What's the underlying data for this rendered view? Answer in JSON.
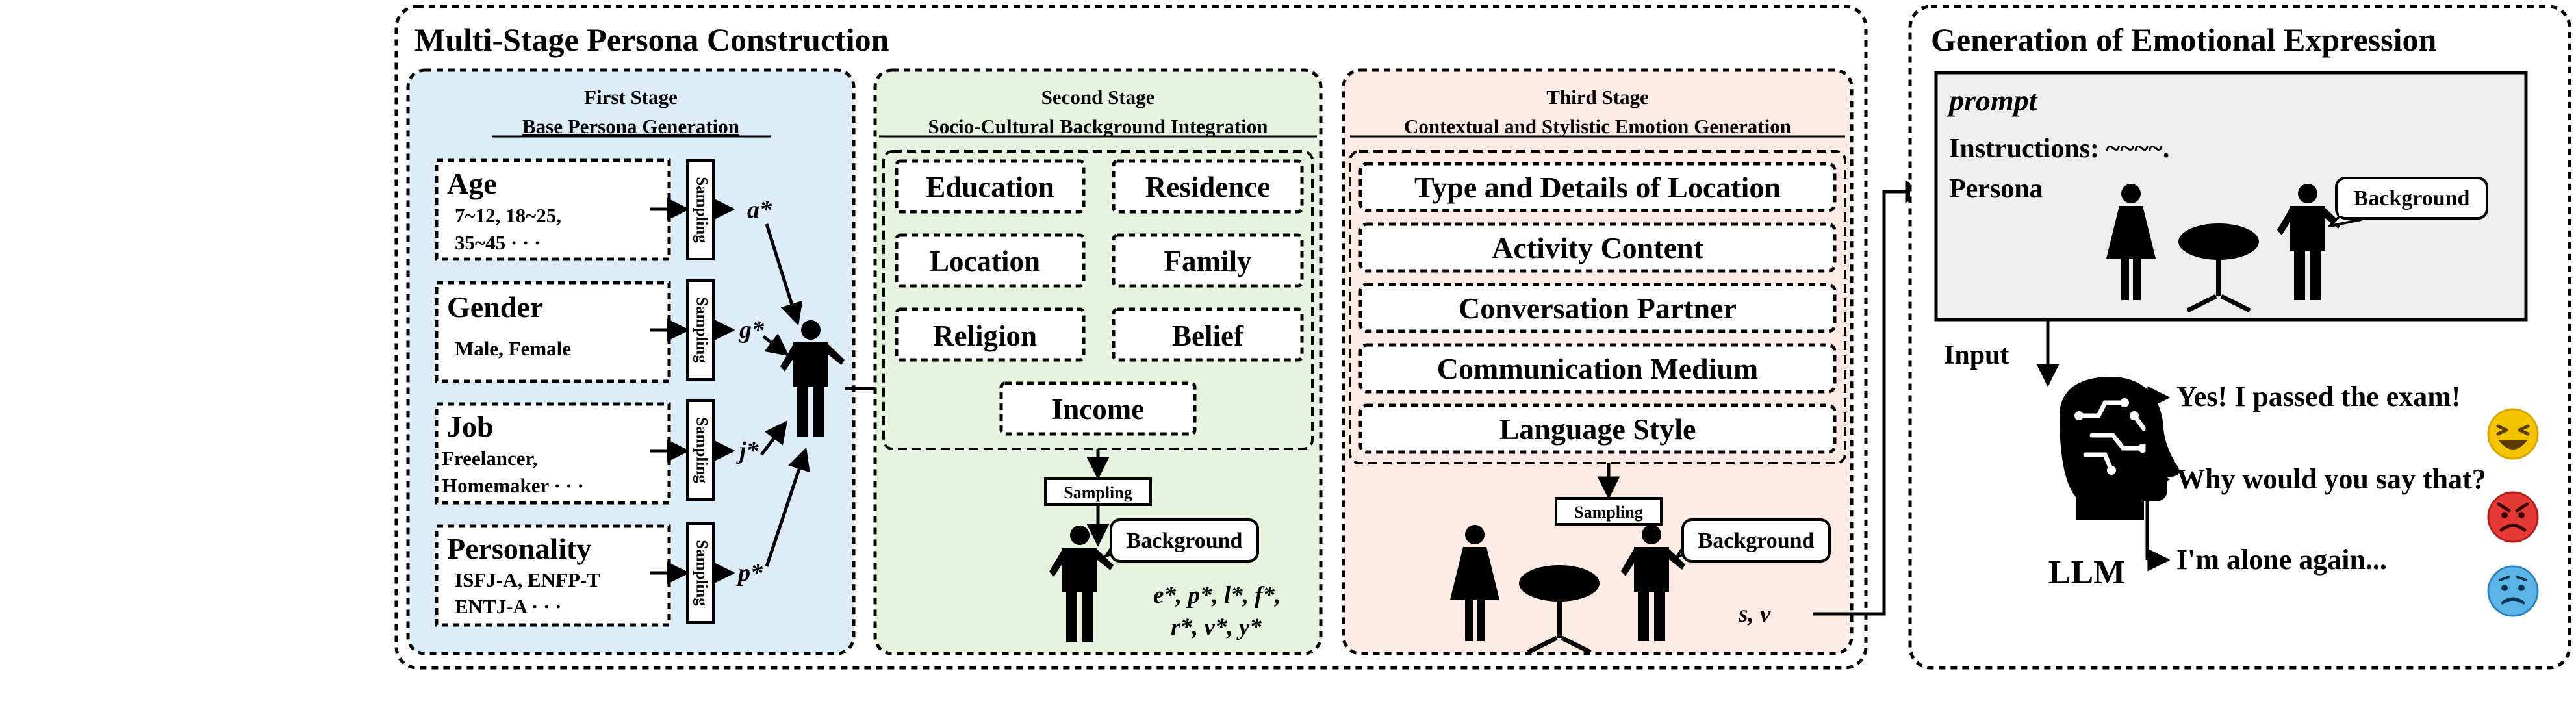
{
  "persona_panel": {
    "title": "Multi-Stage Persona Construction",
    "first_stage": {
      "heading": "First Stage",
      "subheading": "Base Persona Generation",
      "attributes": [
        {
          "name": "Age",
          "values_line1": "7~12, 18~25,",
          "values_line2": "35~45 · · ·",
          "sampled": "a*"
        },
        {
          "name": "Gender",
          "values_line1": "Male, Female",
          "values_line2": "",
          "sampled": "g*"
        },
        {
          "name": "Job",
          "values_line1": "Freelancer,",
          "values_line2": "Homemaker · · ·",
          "sampled": "j*"
        },
        {
          "name": "Personality",
          "values_line1": "ISFJ-A, ENFP-T",
          "values_line2": "ENTJ-A · · ·",
          "sampled": "p*"
        }
      ],
      "sampling_label": "Sampling"
    },
    "second_stage": {
      "heading": "Second Stage",
      "subheading": "Socio-Cultural Background Integration",
      "items": [
        "Education",
        "Residence",
        "Location",
        "Family",
        "Religion",
        "Belief",
        "Income"
      ],
      "sampling_label": "Sampling",
      "bubble_label": "Background",
      "variables_line1": "e*, p*, l*, f*,",
      "variables_line2": "r*, v*, y*"
    },
    "third_stage": {
      "heading": "Third Stage",
      "subheading": "Contextual and Stylistic Emotion Generation",
      "items": [
        "Type and Details of Location",
        "Activity Content",
        "Conversation Partner",
        "Communication Medium",
        "Language Style"
      ],
      "sampling_label": "Sampling",
      "bubble_label": "Background",
      "variables": "s, v"
    }
  },
  "generation_panel": {
    "title": "Generation of Emotional Expression",
    "prompt": {
      "label": "prompt",
      "instructions": "Instructions: ~~~~.",
      "persona": "Persona",
      "bubble_label": "Background"
    },
    "input_label": "Input",
    "model_label": "LLM",
    "outputs": [
      {
        "text": "Yes! I passed the exam!",
        "emotion": "joy",
        "color": "#f5c400"
      },
      {
        "text": "Why would you say that?",
        "emotion": "anger",
        "color": "#e53935"
      },
      {
        "text": "I'm alone again...",
        "emotion": "sadness",
        "color": "#5ab4e5"
      }
    ]
  },
  "colors": {
    "first_stage_bg": "#dcedf8",
    "second_stage_bg": "#e6f3df",
    "third_stage_bg": "#fcebe3",
    "prompt_bg": "#eeeeee"
  }
}
